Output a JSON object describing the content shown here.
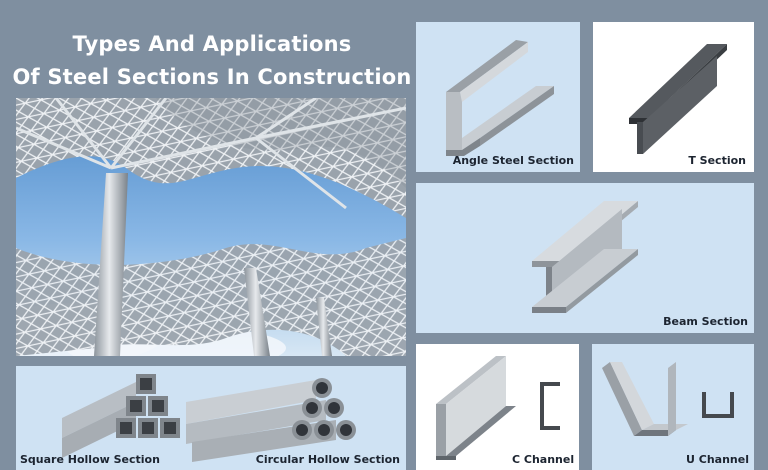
{
  "title": {
    "line1": "Types And Applications",
    "line2": "Of Steel Sections In Construction"
  },
  "panels": {
    "angle": "Angle Steel Section",
    "t": "T Section",
    "beam": "Beam Section",
    "square_hollow": "Square Hollow Section",
    "circular_hollow": "Circular Hollow Section",
    "c_channel": "C Channel",
    "u_channel": "U Channel"
  },
  "colors": {
    "background": "#7f8fa0",
    "panel_blue": "#cfe2f3",
    "panel_white": "#ffffff",
    "steel_light": "#c8cdd2",
    "steel_dark": "#3e4246"
  }
}
